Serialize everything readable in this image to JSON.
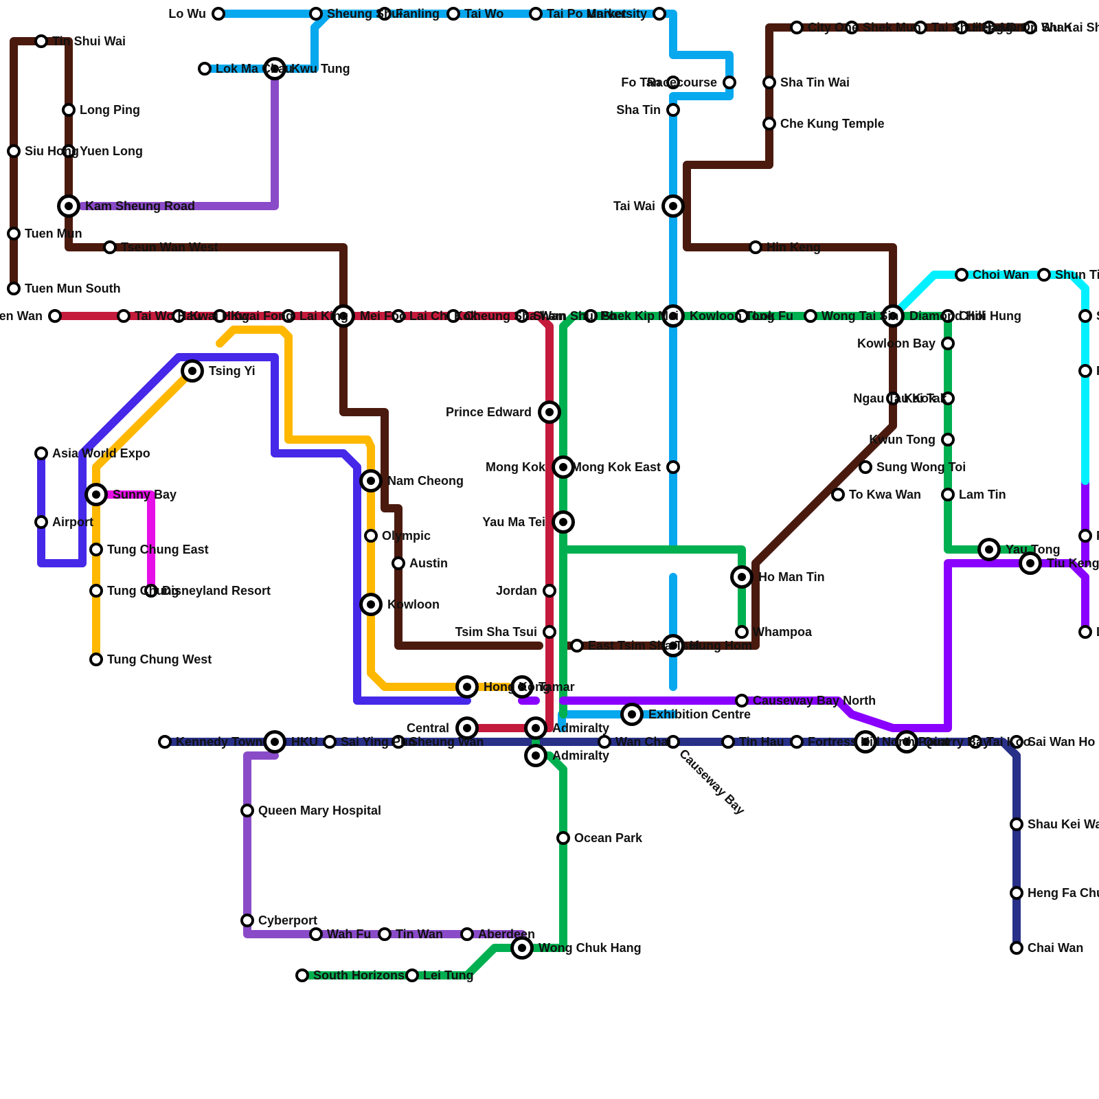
{
  "lines": [
    {
      "id": "east-rail",
      "color": "#08A8EF"
    },
    {
      "id": "tuen-ma",
      "color": "#4A1A0E"
    },
    {
      "id": "tsuen-wan",
      "color": "#C41A3C"
    },
    {
      "id": "kwun-tong",
      "color": "#00B050"
    },
    {
      "id": "tung-chung",
      "color": "#FEB800"
    },
    {
      "id": "airport-express",
      "color": "#4628E8"
    },
    {
      "id": "disneyland",
      "color": "#E60FE6"
    },
    {
      "id": "island",
      "color": "#283087"
    },
    {
      "id": "south-island",
      "color": "#00B050"
    },
    {
      "id": "tseung-kwan-o",
      "color": "#8A00FF"
    },
    {
      "id": "ma-on-shan",
      "color": "#00F0FF"
    },
    {
      "id": "purple-link",
      "color": "#8A4BC8"
    }
  ],
  "stations": [
    {
      "id": "lo-wu",
      "label": "Lo Wu"
    },
    {
      "id": "sheung-shui",
      "label": "Sheung Shui"
    },
    {
      "id": "fanling",
      "label": "Fanling"
    },
    {
      "id": "tai-po-market",
      "label": "Tai Po Market"
    },
    {
      "id": "tai-wo",
      "label": "Tai Wo"
    },
    {
      "id": "university",
      "label": "University"
    },
    {
      "id": "lok-ma-chau",
      "label": "Lok Ma Chau"
    },
    {
      "id": "kwu-tung",
      "label": "Kwu Tung"
    },
    {
      "id": "fo-tan",
      "label": "Fo Tan"
    },
    {
      "id": "racecourse",
      "label": "Racecourse"
    },
    {
      "id": "sha-tin",
      "label": "Sha Tin"
    },
    {
      "id": "tai-wai",
      "label": "Tai Wai"
    },
    {
      "id": "kowloon-tong",
      "label": "Kowloon Tong"
    },
    {
      "id": "mong-kok-east",
      "label": "Mong Kok East"
    },
    {
      "id": "hung-hom",
      "label": "Hung Hom"
    },
    {
      "id": "exhibition-centre",
      "label": "Exhibition Centre"
    },
    {
      "id": "admiralty",
      "label": "Admiralty"
    },
    {
      "id": "tin-shui-wai",
      "label": "Tin Shui Wai"
    },
    {
      "id": "long-ping",
      "label": "Long Ping"
    },
    {
      "id": "yuen-long",
      "label": "Yuen Long"
    },
    {
      "id": "siu-hong",
      "label": "Siu Hong"
    },
    {
      "id": "kam-sheung-road",
      "label": "Kam Sheung Road"
    },
    {
      "id": "tuen-mun",
      "label": "Tuen Mun"
    },
    {
      "id": "tuen-mun-south",
      "label": "Tuen Mun South"
    },
    {
      "id": "tsuen-wan-west",
      "label": "Tseun Wan West"
    },
    {
      "id": "mei-foo",
      "label": "Mei Foo"
    },
    {
      "id": "nam-cheong",
      "label": "Nam Cheong"
    },
    {
      "id": "austin",
      "label": "Austin"
    },
    {
      "id": "east-tsim-sha-tsui",
      "label": "East Tsim Sha Tsui"
    },
    {
      "id": "whampoa",
      "label": "Whampoa"
    },
    {
      "id": "ho-man-tin",
      "label": "Ho Man Tin"
    },
    {
      "id": "to-kwa-wan",
      "label": "To Kwa Wan"
    },
    {
      "id": "sung-wong-toi",
      "label": "Sung Wong Toi"
    },
    {
      "id": "kai-tak",
      "label": "Kai Tak"
    },
    {
      "id": "diamond-hill",
      "label": "Diamond Hill"
    },
    {
      "id": "hin-keng",
      "label": "Hin Keng"
    },
    {
      "id": "che-kung-temple",
      "label": "Che Kung Temple"
    },
    {
      "id": "sha-tin-wai",
      "label": "Sha Tin Wai"
    },
    {
      "id": "city-one",
      "label": "City One"
    },
    {
      "id": "shek-mun",
      "label": "Shek Mun"
    },
    {
      "id": "tai-shui-hang",
      "label": "Tai Shui Hang"
    },
    {
      "id": "heng-on",
      "label": "Heng On"
    },
    {
      "id": "ma-on-shan",
      "label": "Ma On Shan"
    },
    {
      "id": "wu-kai-sha",
      "label": "Wu Kai Sha"
    },
    {
      "id": "tsuen-wan",
      "label": "Tsuen Wan"
    },
    {
      "id": "tai-wo-hau",
      "label": "Tai Wo Hau"
    },
    {
      "id": "kwai-hing",
      "label": "Kwai Hing"
    },
    {
      "id": "kwai-fong",
      "label": "Kwai Fong"
    },
    {
      "id": "lai-king",
      "label": "Lai King"
    },
    {
      "id": "lai-chi-kok",
      "label": "Lai Chi Kok"
    },
    {
      "id": "cheung-sha-wan",
      "label": "Cheung Sha Wan"
    },
    {
      "id": "sham-shui-po",
      "label": "Sham Shui Po"
    },
    {
      "id": "shek-kip-mei",
      "label": "Shek Kip Mei"
    },
    {
      "id": "prince-edward",
      "label": "Prince Edward"
    },
    {
      "id": "mong-kok",
      "label": "Mong Kok"
    },
    {
      "id": "yau-ma-tei",
      "label": "Yau Ma Tei"
    },
    {
      "id": "jordan",
      "label": "Jordan"
    },
    {
      "id": "tsim-sha-tsui",
      "label": "Tsim Sha Tsui"
    },
    {
      "id": "central",
      "label": "Central"
    },
    {
      "id": "admiralty-tw",
      "label": "Admiralty"
    },
    {
      "id": "lok-fu",
      "label": "Lok Fu"
    },
    {
      "id": "wong-tai-sin",
      "label": "Wong Tai Sin"
    },
    {
      "id": "choi-hung",
      "label": "Choi Hung"
    },
    {
      "id": "kowloon-bay",
      "label": "Kowloon Bay"
    },
    {
      "id": "ngau-tau-kok",
      "label": "Ngau Tau Kok"
    },
    {
      "id": "kwun-tong",
      "label": "Kwun Tong"
    },
    {
      "id": "lam-tin",
      "label": "Lam Tin"
    },
    {
      "id": "yau-tong",
      "label": "Yau Tong"
    },
    {
      "id": "tiu-keng-leng",
      "label": "Tiu Keng Leng"
    },
    {
      "id": "hong-kong",
      "label": "Hong Kong"
    },
    {
      "id": "olympic",
      "label": "Olympic"
    },
    {
      "id": "kowloon",
      "label": "Kowloon"
    },
    {
      "id": "tsing-yi",
      "label": "Tsing Yi"
    },
    {
      "id": "sunny-bay",
      "label": "Sunny Bay"
    },
    {
      "id": "tung-chung-east",
      "label": "Tung Chung East"
    },
    {
      "id": "tung-chung",
      "label": "Tung Chung"
    },
    {
      "id": "tung-chung-west",
      "label": "Tung Chung West"
    },
    {
      "id": "disneyland-resort",
      "label": "Disneyland Resort"
    },
    {
      "id": "asia-world-expo",
      "label": "Asia World Expo"
    },
    {
      "id": "airport",
      "label": "Airport"
    },
    {
      "id": "kennedy-town",
      "label": "Kennedy Town"
    },
    {
      "id": "hku",
      "label": "HKU"
    },
    {
      "id": "sai-ying-pun",
      "label": "Sai Ying Pun"
    },
    {
      "id": "sheung-wan",
      "label": "Sheung Wan"
    },
    {
      "id": "wan-chai",
      "label": "Wan Chai"
    },
    {
      "id": "causeway-bay",
      "label": "Causeway Bay"
    },
    {
      "id": "tin-hau",
      "label": "Tin Hau"
    },
    {
      "id": "fortress-hill",
      "label": "Fortress Hill"
    },
    {
      "id": "north-point",
      "label": "North Point"
    },
    {
      "id": "quarry-bay",
      "label": "Quarry Bay"
    },
    {
      "id": "tai-koo",
      "label": "Tai Koo"
    },
    {
      "id": "sai-wan-ho",
      "label": "Sai Wan Ho"
    },
    {
      "id": "shau-kei-wan",
      "label": "Shau Kei Wan"
    },
    {
      "id": "heng-fa-chuen",
      "label": "Heng Fa Chuen"
    },
    {
      "id": "chai-wan",
      "label": "Chai Wan"
    },
    {
      "id": "queen-mary-hospital",
      "label": "Queen Mary Hospital"
    },
    {
      "id": "cyberport",
      "label": "Cyberport"
    },
    {
      "id": "wah-fu",
      "label": "Wah Fu"
    },
    {
      "id": "tin-wan",
      "label": "Tin Wan"
    },
    {
      "id": "aberdeen",
      "label": "Aberdeen"
    },
    {
      "id": "wong-chuk-hang",
      "label": "Wong Chuk Hang"
    },
    {
      "id": "ocean-park",
      "label": "Ocean Park"
    },
    {
      "id": "south-horizons",
      "label": "South Horizons"
    },
    {
      "id": "lei-tung",
      "label": "Lei Tung"
    },
    {
      "id": "tamar",
      "label": "Tamar"
    },
    {
      "id": "causeway-bay-north",
      "label": "Causeway Bay North"
    },
    {
      "id": "choi-wan",
      "label": "Choi Wan"
    },
    {
      "id": "shun-tin",
      "label": "Shun Tin"
    },
    {
      "id": "east-station-1",
      "label": "S"
    },
    {
      "id": "east-station-2",
      "label": "F"
    },
    {
      "id": "east-station-3",
      "label": "F"
    },
    {
      "id": "east-station-4",
      "label": "L"
    }
  ]
}
